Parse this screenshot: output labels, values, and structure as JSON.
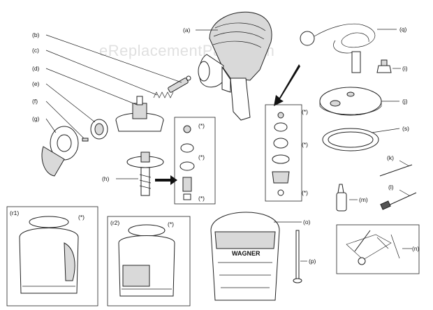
{
  "watermark": "eReplacementParts.com",
  "labels": {
    "a": "(a)",
    "b": "(b)",
    "c": "(c)",
    "d": "(d)",
    "e": "(e)",
    "f": "(f)",
    "g": "(g)",
    "h": "(h)",
    "i": "(i)",
    "j": "(j)",
    "k": "(k)",
    "l": "(l)",
    "m": "(m)",
    "n": "(n)",
    "o": "(o)",
    "p": "(p)",
    "q": "(q)",
    "r1": "(r1)",
    "r2": "(r2)",
    "s": "(s)"
  },
  "asterisk": "(*)",
  "brand": "WAGNER"
}
